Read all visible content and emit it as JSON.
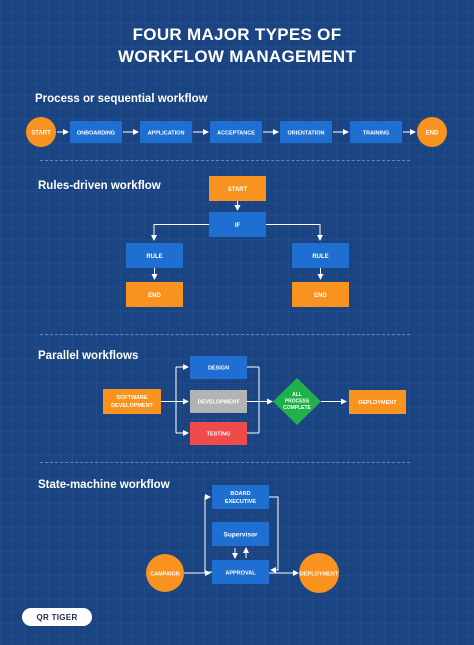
{
  "title_line1": "FOUR MAJOR TYPES OF",
  "title_line2": "WORKFLOW MANAGEMENT",
  "sections": {
    "sequential": {
      "title": "Process or sequential workflow",
      "start": "START",
      "steps": [
        "ONBOARDING",
        "APPLICATION",
        "ACCEPTANCE",
        "ORIENTATION",
        "TRAINING"
      ],
      "end": "END"
    },
    "rules": {
      "title": "Rules-driven workflow",
      "start": "START",
      "if": "IF",
      "rule_left": "RULE",
      "rule_right": "RULE",
      "end_left": "END",
      "end_right": "END"
    },
    "parallel": {
      "title": "Parallel workflows",
      "source_line1": "SOFTWARE",
      "source_line2": "DEVELOPMENT",
      "branch_design": "DESIGN",
      "branch_development": "DEVELOPMENT",
      "branch_testing": "TESTING",
      "gate_line1": "ALL",
      "gate_line2": "PROCESS",
      "gate_line3": "COMPLETE",
      "result": "DEPLOYMENT"
    },
    "state": {
      "title": "State-machine workflow",
      "board_line1": "BOARD",
      "board_line2": "EXECUTIVE",
      "supervisor": "Supervisor",
      "approval": "APPROVAL",
      "campaign": "CAMPAIGN",
      "deployment": "DEPLOYMENT"
    }
  },
  "logo_text": "QR TIGER",
  "colors": {
    "background": "#1b4483",
    "blue_box": "#1e6fd1",
    "orange": "#f7931e",
    "green": "#1fb24a",
    "gray": "#b3b3b3",
    "red": "#ef4b4b",
    "arrow": "#ffffff"
  }
}
